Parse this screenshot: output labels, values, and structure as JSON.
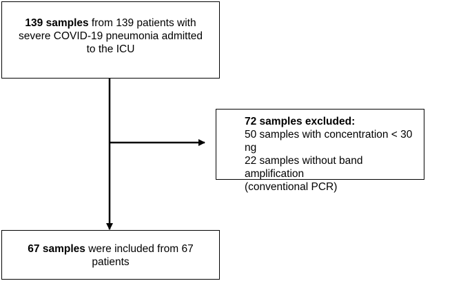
{
  "flowchart": {
    "top_box": {
      "bold": "139 samples",
      "rest_line1": " from 139 patients with",
      "line2": "severe COVID-19 pneumonia admitted",
      "line3": "to the ICU"
    },
    "excluded_box": {
      "title": "72 samples excluded:",
      "line1": "50 samples with concentration < 30 ng",
      "line2": "22 samples without band amplification",
      "line3": "(conventional PCR)"
    },
    "bottom_box": {
      "bold": "67 samples",
      "rest_line1": " were included from 67",
      "line2": "patients"
    },
    "colors": {
      "line": "#000000",
      "background": "#ffffff"
    }
  }
}
